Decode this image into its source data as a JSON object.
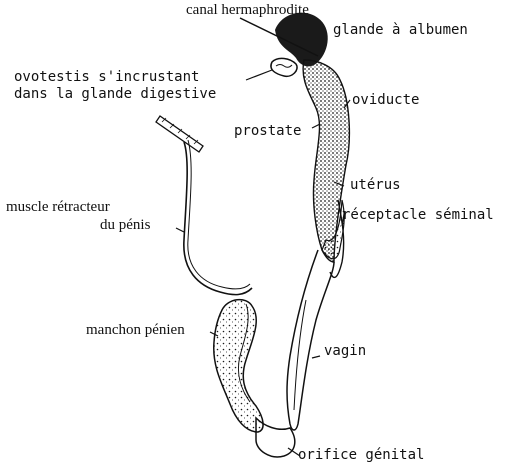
{
  "labels": {
    "canal_hermaphrodite": "canal hermaphrodite",
    "glande_albumen": "glande à albumen",
    "ovotestis_line1": "ovotestis s'incrustant",
    "ovotestis_line2": "dans la glande digestive",
    "oviducte": "oviducte",
    "prostate": "prostate",
    "uterus": "utérus",
    "receptacle": "réceptacle séminal",
    "muscle_line1": "muscle rétracteur",
    "muscle_line2": "du pénis",
    "manchon": "manchon pénien",
    "vagin": "vagin",
    "orifice": "orifice génital"
  },
  "colors": {
    "ink": "#111111",
    "paper": "#ffffff",
    "stipple": "#1a1a1a"
  }
}
